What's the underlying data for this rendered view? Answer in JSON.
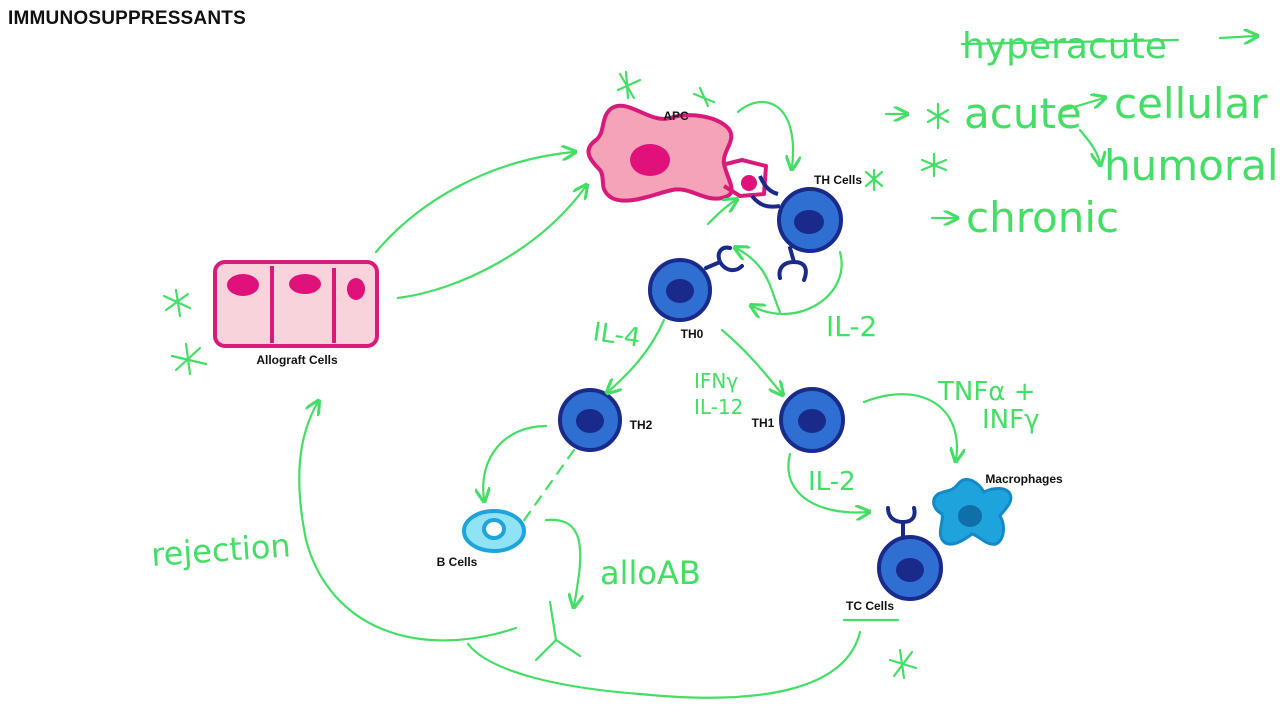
{
  "page": {
    "title": "IMMUNOSUPPRESSANTS"
  },
  "colors": {
    "annotation_green": "#44dd66",
    "apc_fill": "#f4a3b8",
    "apc_stroke": "#d81b7a",
    "allograft_fill": "#f9d3dc",
    "tcell_fill": "#2e6fd1",
    "tcell_stroke": "#1a2a8a",
    "bcell_fill": "#8fe3f5",
    "macrophage_fill": "#1ea3dc"
  },
  "cells": {
    "apc": "APC",
    "th_cells": "TH Cells",
    "th0": "TH0",
    "th2": "TH2",
    "th1": "TH1",
    "b_cells": "B Cells",
    "tc_cells": "TC Cells",
    "macrophages": "Macrophages",
    "allograft": "Allograft Cells"
  },
  "annotations": {
    "il4": "IL-4",
    "il2_top": "IL-2",
    "ifng": "IFNγ",
    "il12": "IL-12",
    "il2_bottom": "IL-2",
    "tnfa": "TNFα +",
    "infy": "INFγ",
    "alloab": "alloAB",
    "rejection": "rejection"
  },
  "rejection_types": {
    "hyperacute": "hyperacute",
    "acute": "acute",
    "cellular": "cellular",
    "humoral": "humoral",
    "chronic": "chronic"
  }
}
